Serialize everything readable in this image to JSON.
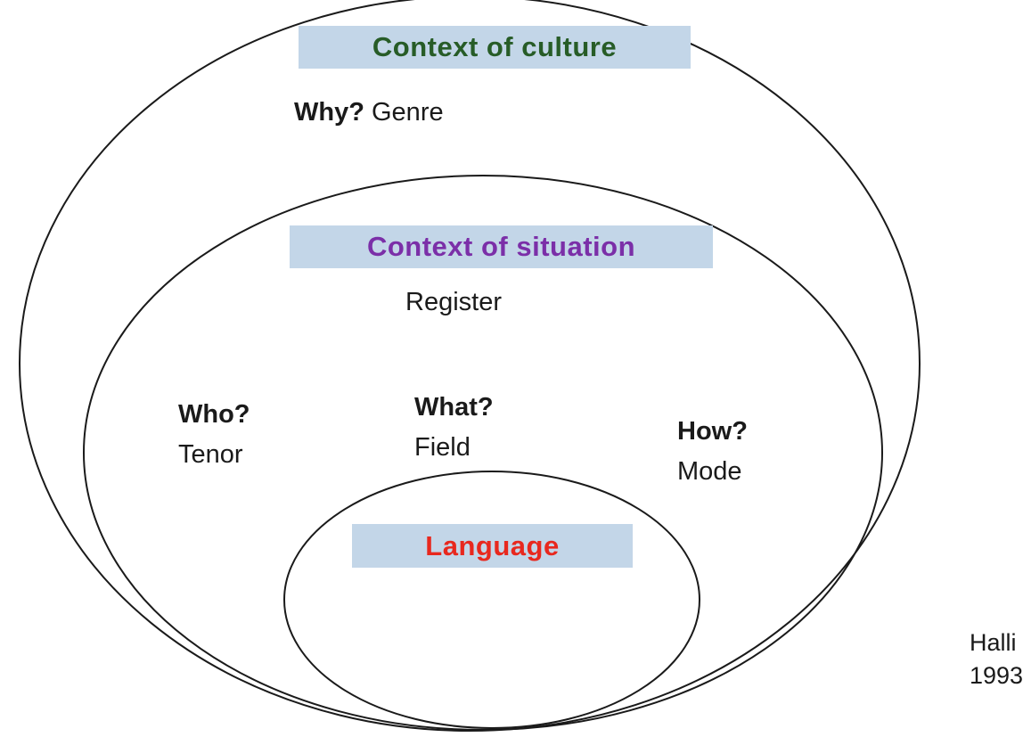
{
  "diagram": {
    "culture": {
      "title": "Context of culture",
      "question": "Why?",
      "term": "Genre"
    },
    "situation": {
      "title": "Context of situation",
      "term": "Register",
      "tenor": {
        "question": "Who?",
        "term": "Tenor"
      },
      "field": {
        "question": "What?",
        "term": "Field"
      },
      "mode": {
        "question": "How?",
        "term": "Mode"
      }
    },
    "language": {
      "title": "Language"
    },
    "citation": {
      "line1": "Halli",
      "line2": "1993"
    },
    "colors": {
      "box-bg": "#c3d6e8",
      "culture-text": "#275c27",
      "situation-text": "#7b2fa8",
      "language-text": "#e8281e",
      "stroke": "#1a1a1a"
    }
  }
}
